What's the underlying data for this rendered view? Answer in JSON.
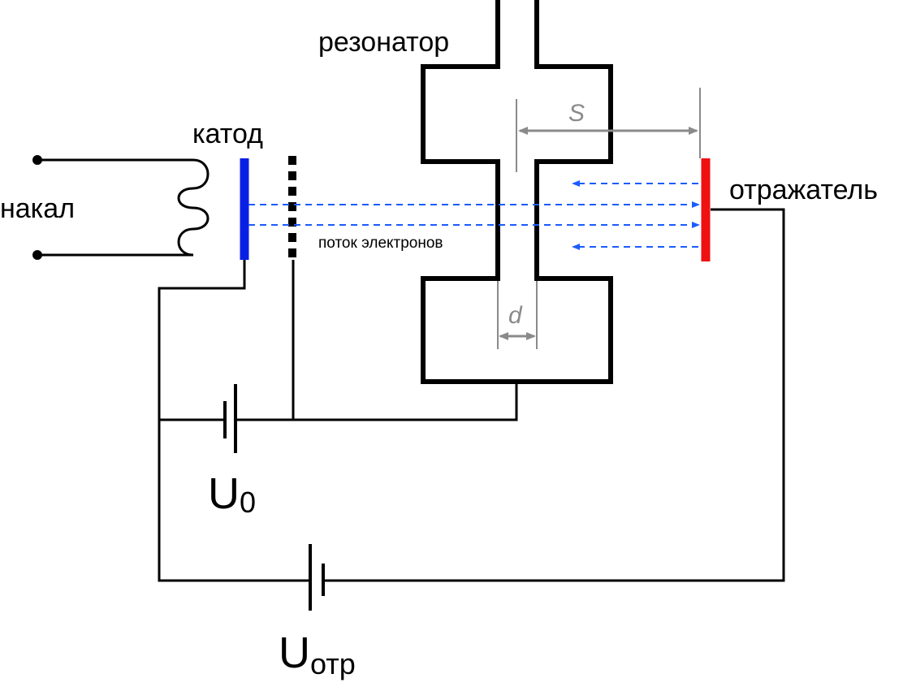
{
  "labels": {
    "resonator": "резонатор",
    "cathode": "катод",
    "heater": "накал",
    "reflector": "отражатель",
    "electron_flow": "поток электронов",
    "distance_s": "S",
    "gap_d": "d",
    "u0_main": "U",
    "u0_sub": "0",
    "uotr_main": "U",
    "uotr_sub": "отр"
  },
  "colors": {
    "wire": "#000000",
    "cathode": "#0a1fe6",
    "reflector": "#ee1111",
    "beam": "#1a5cff",
    "dimension": "#8a8a8a"
  }
}
